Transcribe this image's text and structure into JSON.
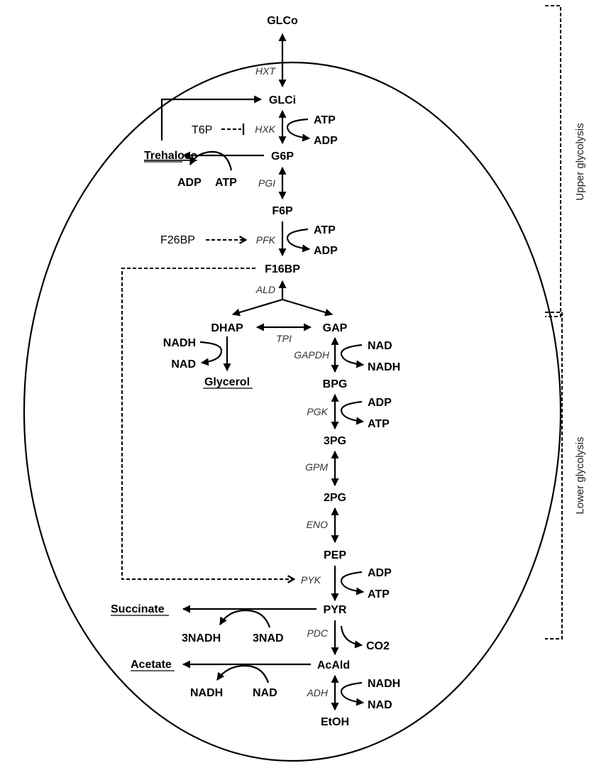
{
  "metabolites": {
    "glco": "GLCo",
    "glci": "GLCi",
    "g6p": "G6P",
    "f6p": "F6P",
    "f16bp": "F16BP",
    "dhap": "DHAP",
    "gap": "GAP",
    "bpg": "BPG",
    "pg3": "3PG",
    "pg2": "2PG",
    "pep": "PEP",
    "pyr": "PYR",
    "acald": "AcAld",
    "etoh": "EtOH"
  },
  "products": {
    "trehalose": "Trehalose",
    "glycerol": "Glycerol",
    "succinate": "Succinate",
    "acetate": "Acetate"
  },
  "enzymes": {
    "hxt": "HXT",
    "hxk": "HXK",
    "pgi": "PGI",
    "pfk": "PFK",
    "ald": "ALD",
    "tpi": "TPI",
    "gapdh": "GAPDH",
    "pgk": "PGK",
    "gpm": "GPM",
    "eno": "ENO",
    "pyk": "PYK",
    "pdc": "PDC",
    "adh": "ADH"
  },
  "regulators": {
    "t6p": "T6P",
    "f26bp": "F26BP"
  },
  "cofactors": {
    "hxk_in": "ATP",
    "hxk_out": "ADP",
    "treh_out": "ADP",
    "treh_in": "ATP",
    "pfk_in": "ATP",
    "pfk_out": "ADP",
    "gly_in": "NADH",
    "gly_out": "NAD",
    "gapdh_in": "NAD",
    "gapdh_out": "NADH",
    "pgk_in": "ADP",
    "pgk_out": "ATP",
    "pyk_in": "ADP",
    "pyk_out": "ATP",
    "succ_out": "3NADH",
    "succ_in": "3NAD",
    "pdc_out": "CO2",
    "acet_out": "NADH",
    "acet_in": "NAD",
    "adh_in": "NADH",
    "adh_out": "NAD"
  },
  "sections": {
    "upper": "Upper glycolysis",
    "lower": "Lower glycolysis"
  },
  "colors": {
    "line": "#000000",
    "enzyme_text": "#333333"
  }
}
